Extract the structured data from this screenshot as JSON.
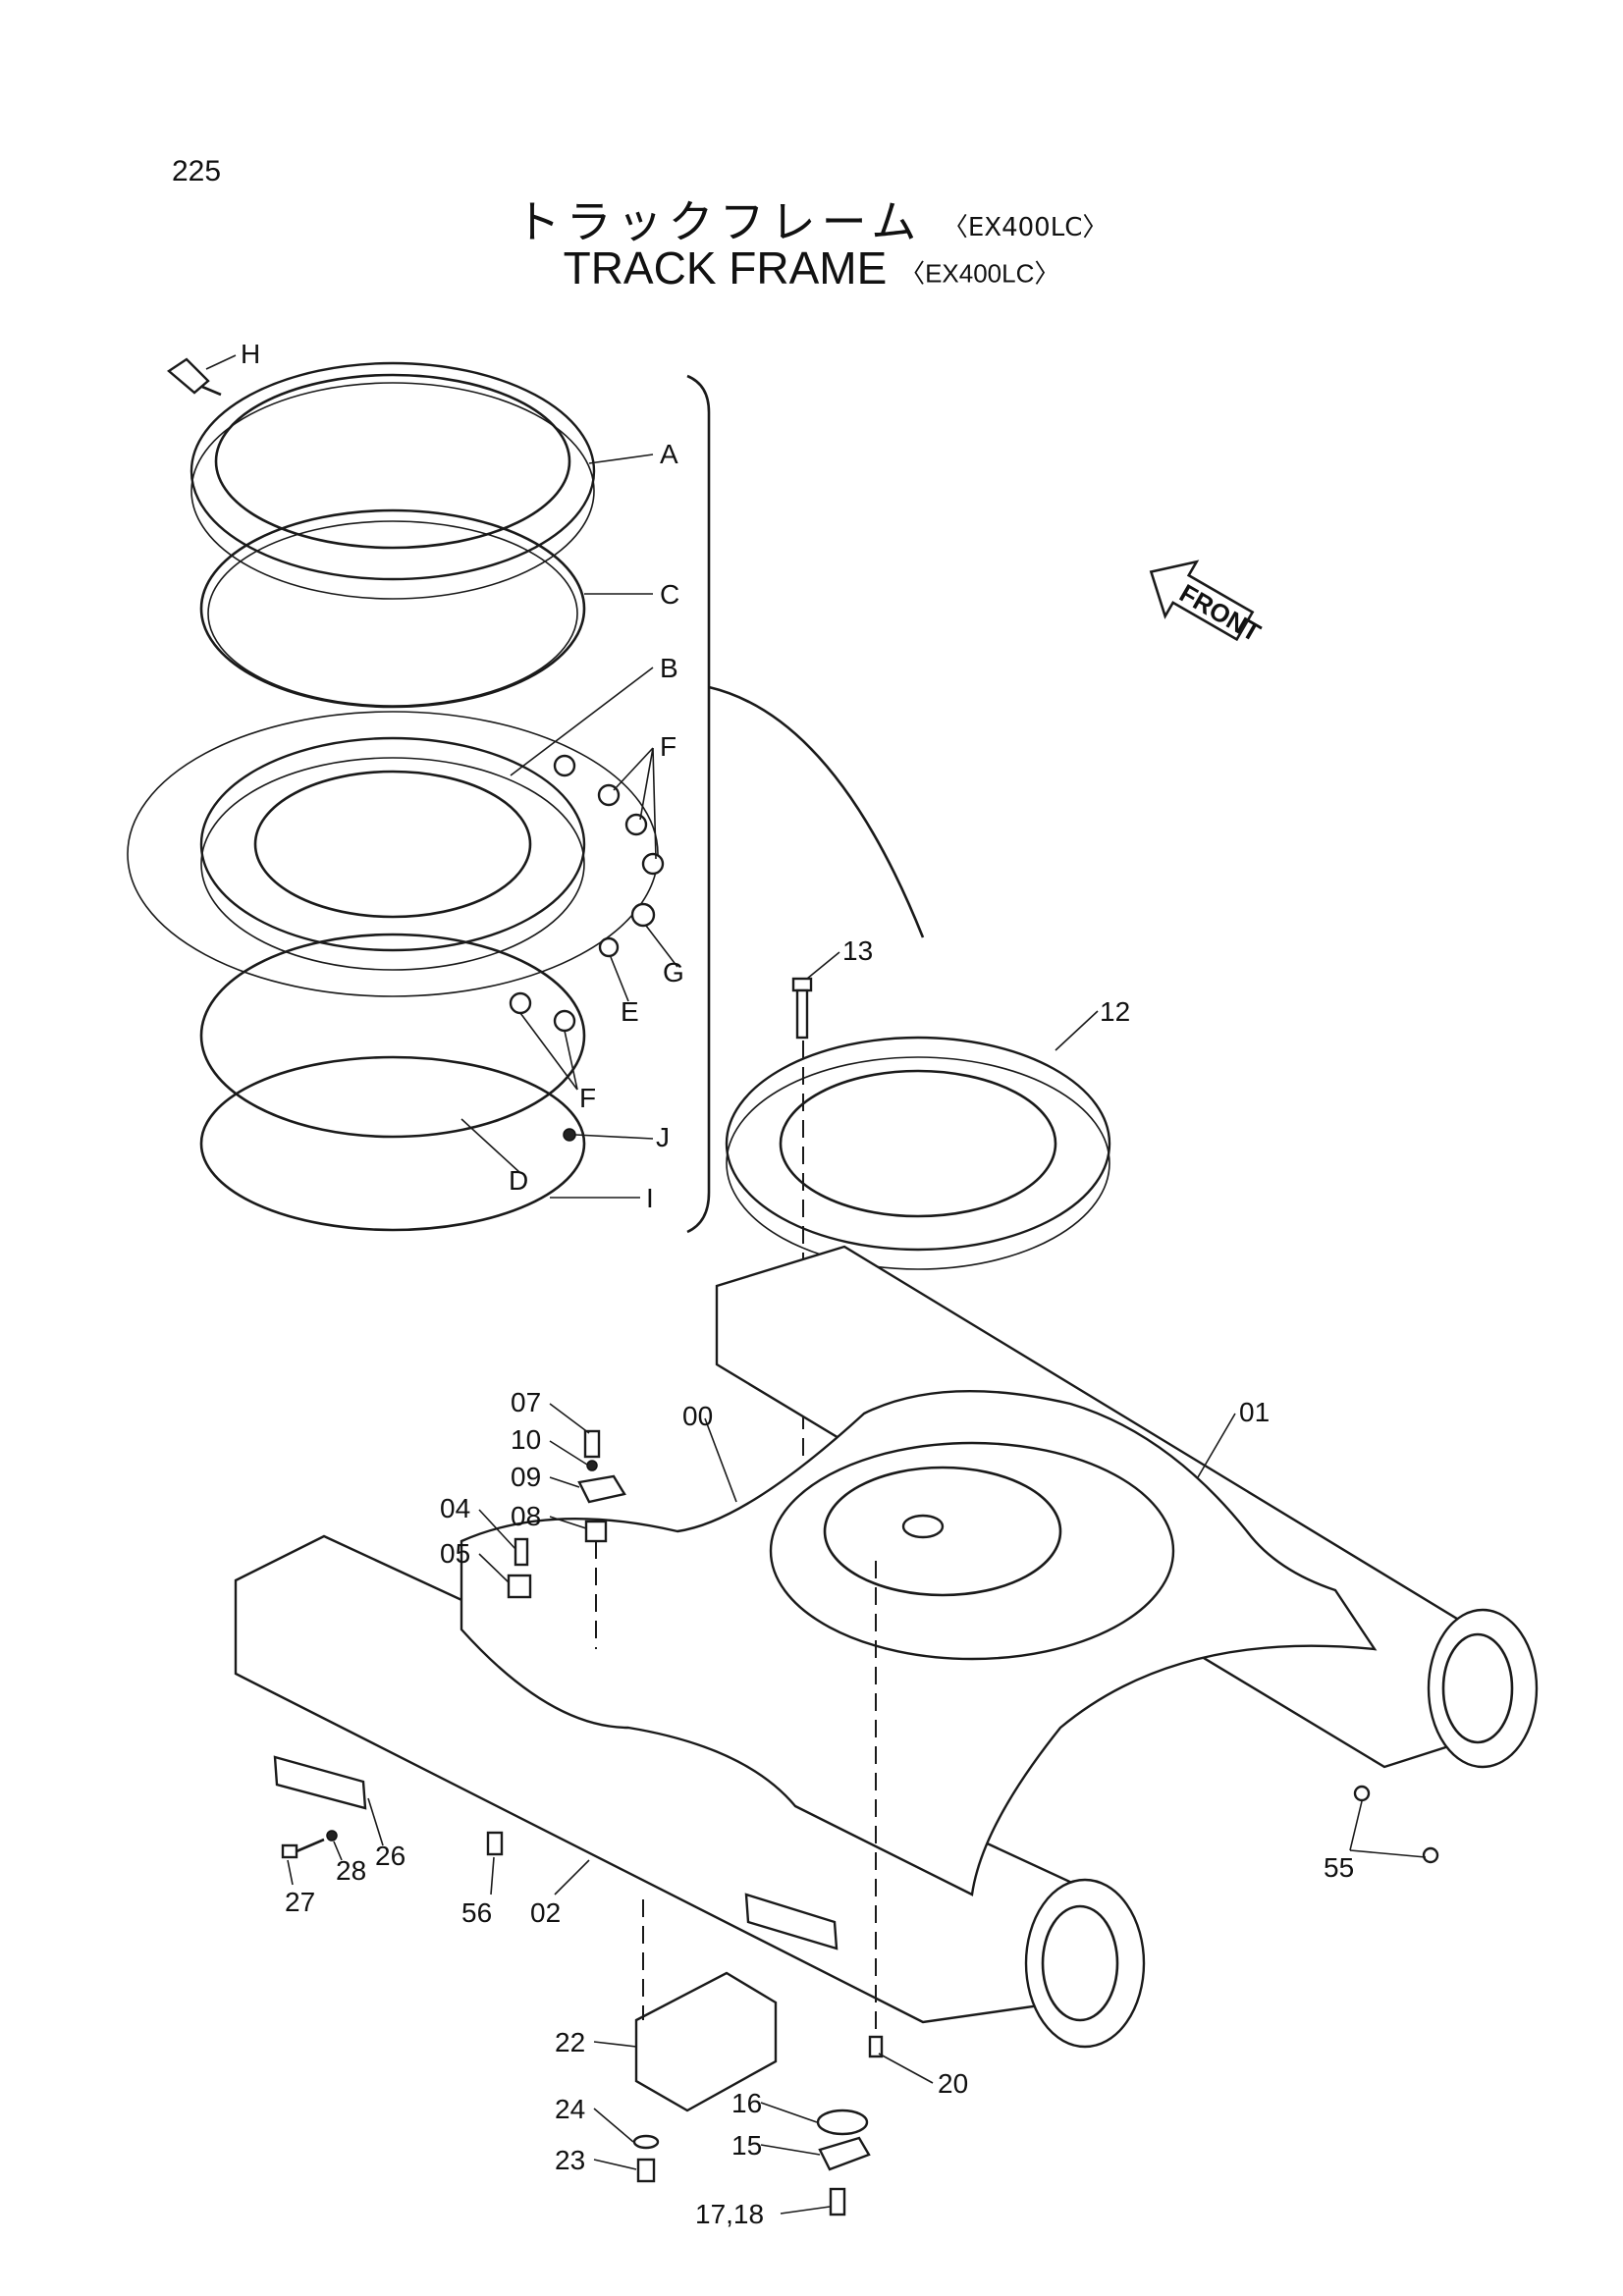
{
  "page_number": "225",
  "title_jp": "トラックフレーム",
  "title_en": "TRACK FRAME",
  "model_tag": "〈EX400LC〉",
  "front_arrow_label": "FRONT",
  "callouts": {
    "H": "H",
    "A": "A",
    "C": "C",
    "B": "B",
    "F1": "F",
    "F2": "F",
    "G": "G",
    "E": "E",
    "J": "J",
    "D": "D",
    "I": "I",
    "p13": "13",
    "p12": "12",
    "p07": "07",
    "p10": "10",
    "p09": "09",
    "p08": "08",
    "p04": "04",
    "p05": "05",
    "p00": "00",
    "p01": "01",
    "p26": "26",
    "p28": "28",
    "p27": "27",
    "p56": "56",
    "p02": "02",
    "p55": "55",
    "p22": "22",
    "p24": "24",
    "p23": "23",
    "p16": "16",
    "p15": "15",
    "p20": "20",
    "p17_18": "17,18"
  }
}
